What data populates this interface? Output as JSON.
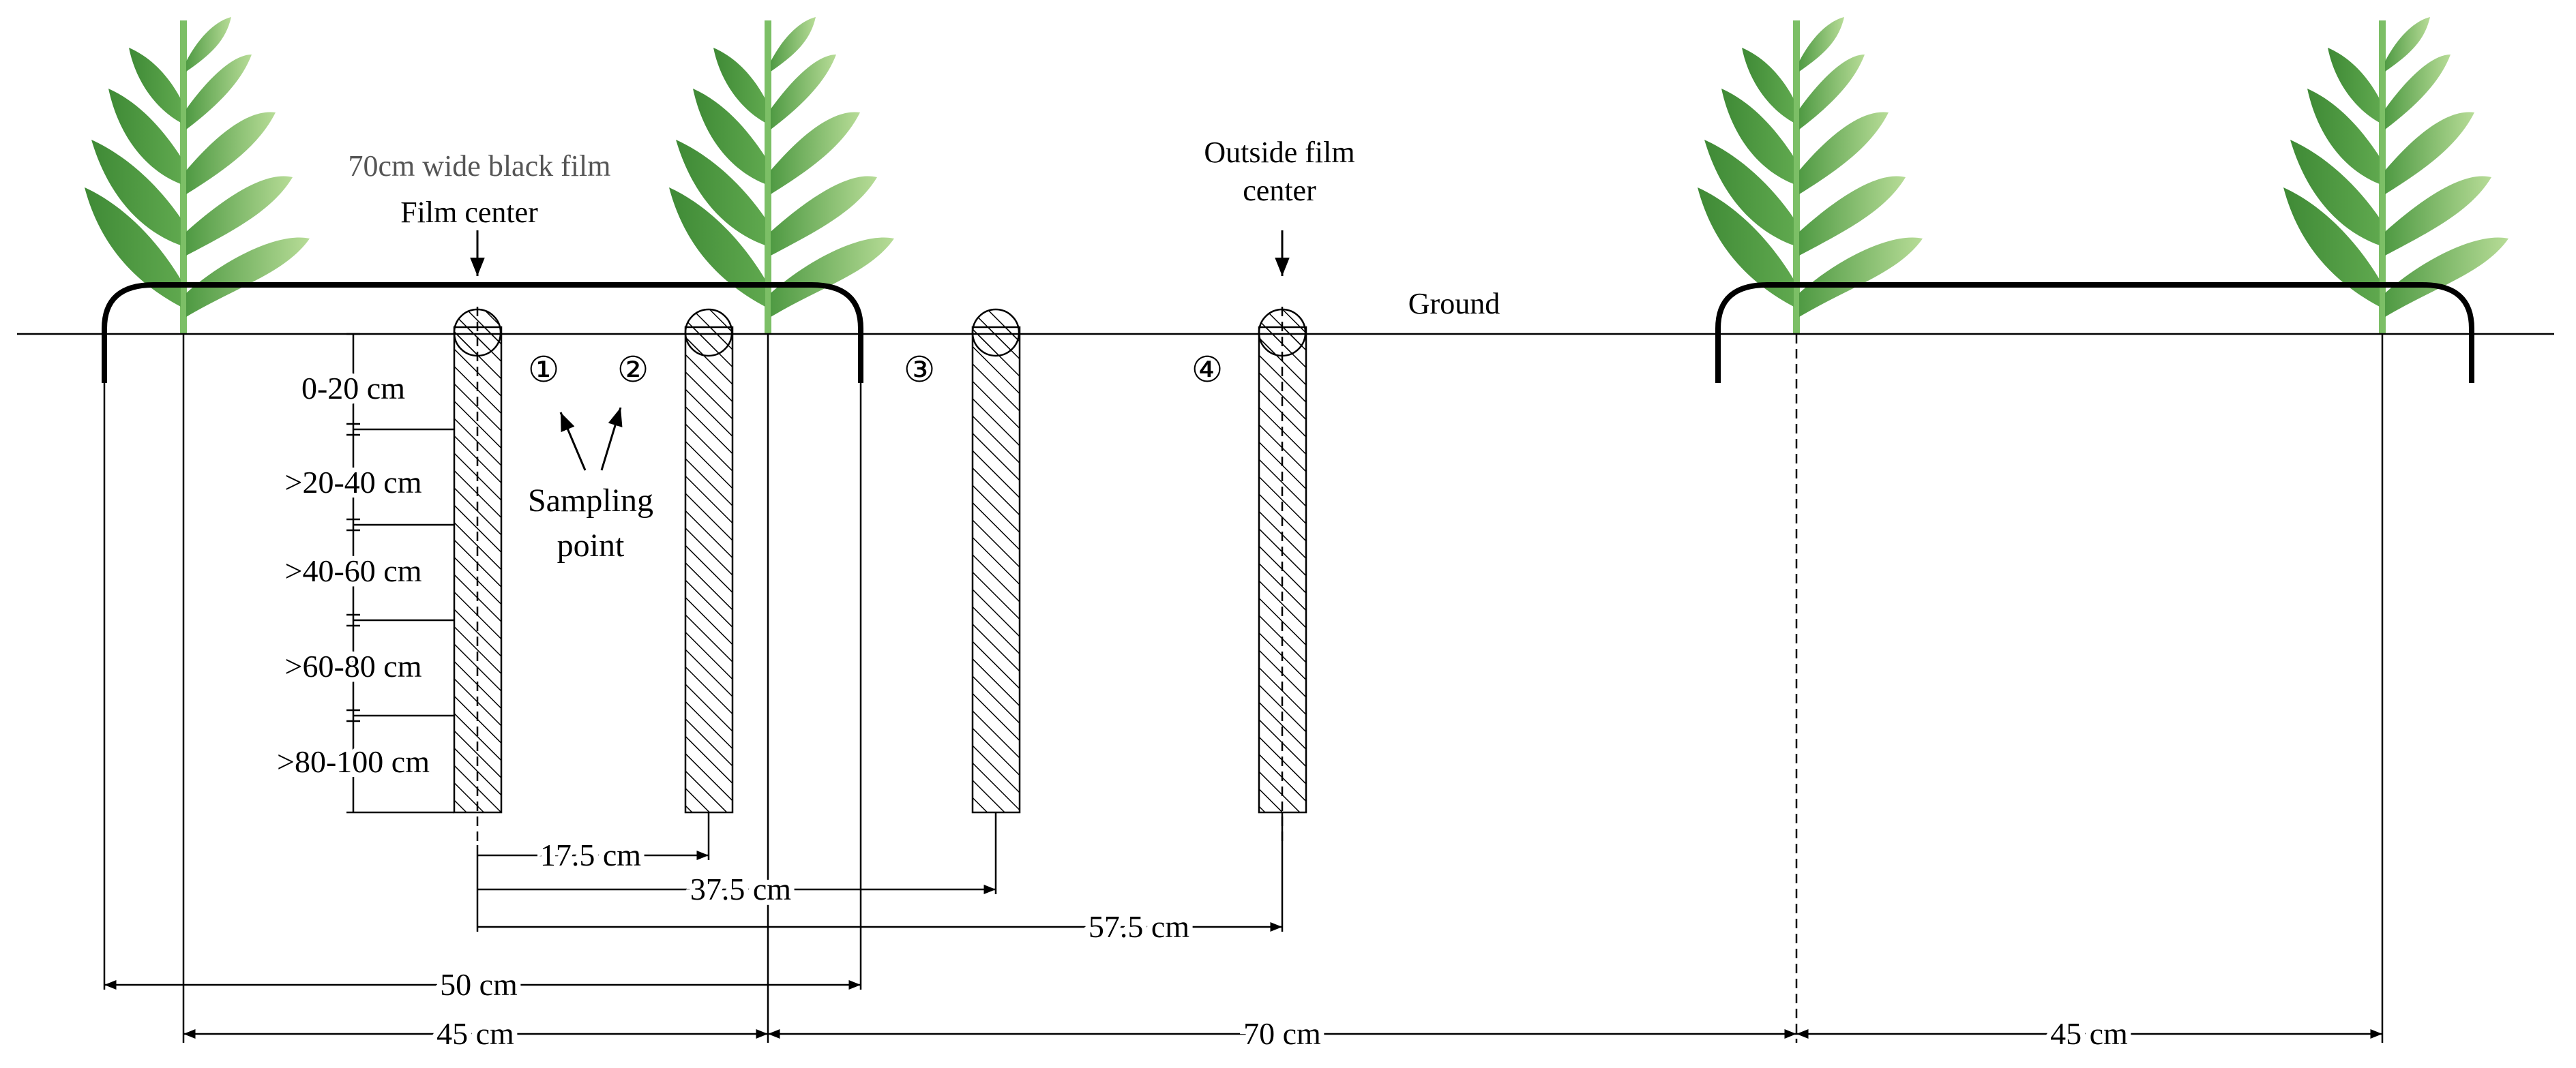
{
  "film_label": "70cm wide black film",
  "film_center_label": "Film center",
  "outside_center_label": [
    "Outside film",
    "center"
  ],
  "ground_label": "Ground",
  "sampling_label": [
    "Sampling",
    "point"
  ],
  "point_markers": [
    "①",
    "②",
    "③",
    "④"
  ],
  "depth_layers": [
    "0-20 cm",
    ">20-40 cm",
    ">40-60 cm",
    ">60-80 cm",
    ">80-100 cm"
  ],
  "distances": {
    "d1": "17.5 cm",
    "d2": "37.5 cm",
    "d3": "57.5 cm",
    "film_width": "50 cm",
    "row_spacing_left": "45 cm",
    "wide_row": "70 cm",
    "row_spacing_right": "45 cm"
  },
  "colors": {
    "plant_dark": "#4f9a43",
    "plant_light": "#a9d48a",
    "film": "#000000"
  }
}
